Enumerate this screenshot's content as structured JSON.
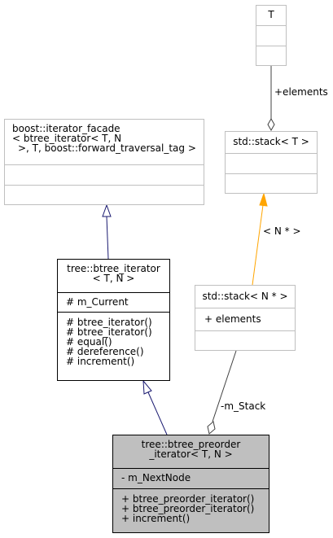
{
  "nodes": {
    "t_class": {
      "title": [
        "T"
      ],
      "attributes": [],
      "methods": []
    },
    "iterator_facade": {
      "title": [
        "boost::iterator_facade",
        "< btree_iterator< T, N",
        " >, T, boost::forward_traversal_tag >"
      ],
      "attributes": [],
      "methods": []
    },
    "std_stack_t": {
      "title": [
        "std::stack< T >"
      ],
      "attributes": [],
      "methods": []
    },
    "btree_iterator": {
      "title": [
        "tree::btree_iterator",
        "< T, N >"
      ],
      "attributes": [
        "# m_Current"
      ],
      "methods": [
        "# btree_iterator()",
        "# btree_iterator()",
        "# equal()",
        "# dereference()",
        "# increment()"
      ]
    },
    "std_stack_n": {
      "title": [
        "std::stack< N * >"
      ],
      "attributes": [
        "+ elements"
      ],
      "methods": []
    },
    "preorder_iterator": {
      "title": [
        "tree::btree_preorder",
        "_iterator< T, N >"
      ],
      "attributes": [
        "- m_NextNode"
      ],
      "methods": [
        "+ btree_preorder_iterator()",
        "+ btree_preorder_iterator()",
        "+ increment()"
      ]
    }
  },
  "edge_labels": {
    "elements": "+elements",
    "template_arg": "< N * >",
    "m_stack": "-m_Stack"
  },
  "colors": {
    "inheritance": "#191970",
    "template": "#ffa500",
    "composition": "#404040",
    "selected_fill": "#bfbfbf",
    "gray_border": "#bfbfbf"
  }
}
